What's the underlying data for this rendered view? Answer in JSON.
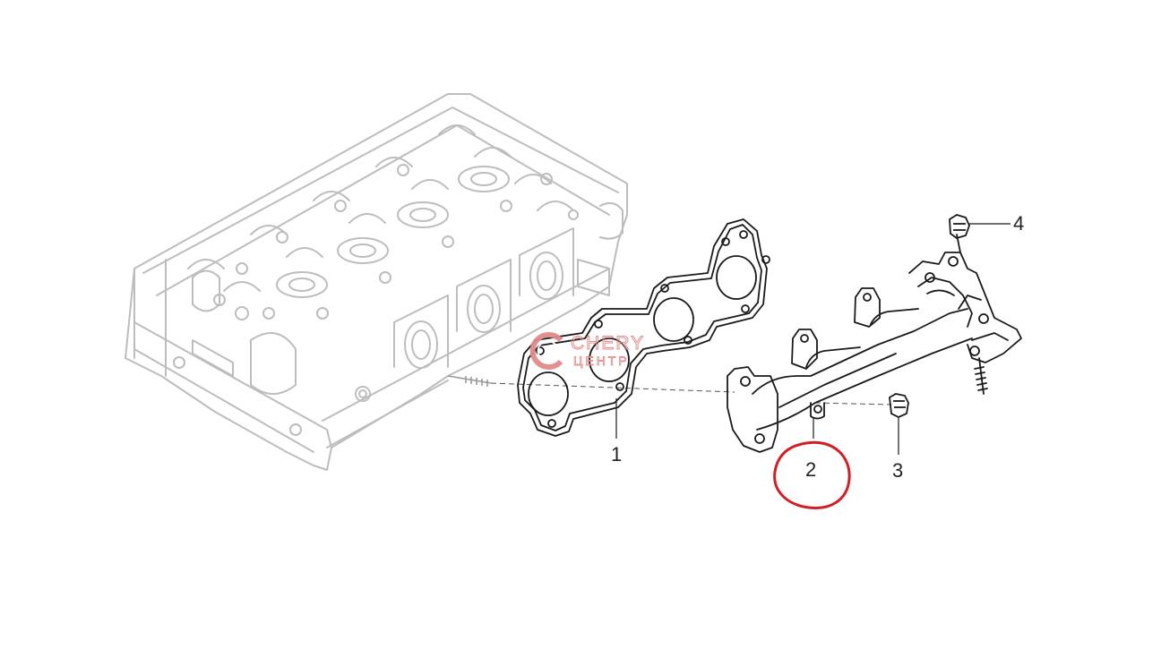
{
  "watermark": {
    "brand_top": "CHERY",
    "brand_bottom": "ЦЕНТР",
    "logo_letter": "C"
  },
  "callouts": [
    {
      "id": "1",
      "label": "1"
    },
    {
      "id": "2",
      "label": "2"
    },
    {
      "id": "3",
      "label": "3"
    },
    {
      "id": "4",
      "label": "4"
    }
  ],
  "highlight": {
    "target": "2",
    "color": "#d21f26"
  },
  "colors": {
    "head_outline": "#bdbdbd",
    "part_outline": "#1a1a1a",
    "watermark": "#e08a8a"
  }
}
